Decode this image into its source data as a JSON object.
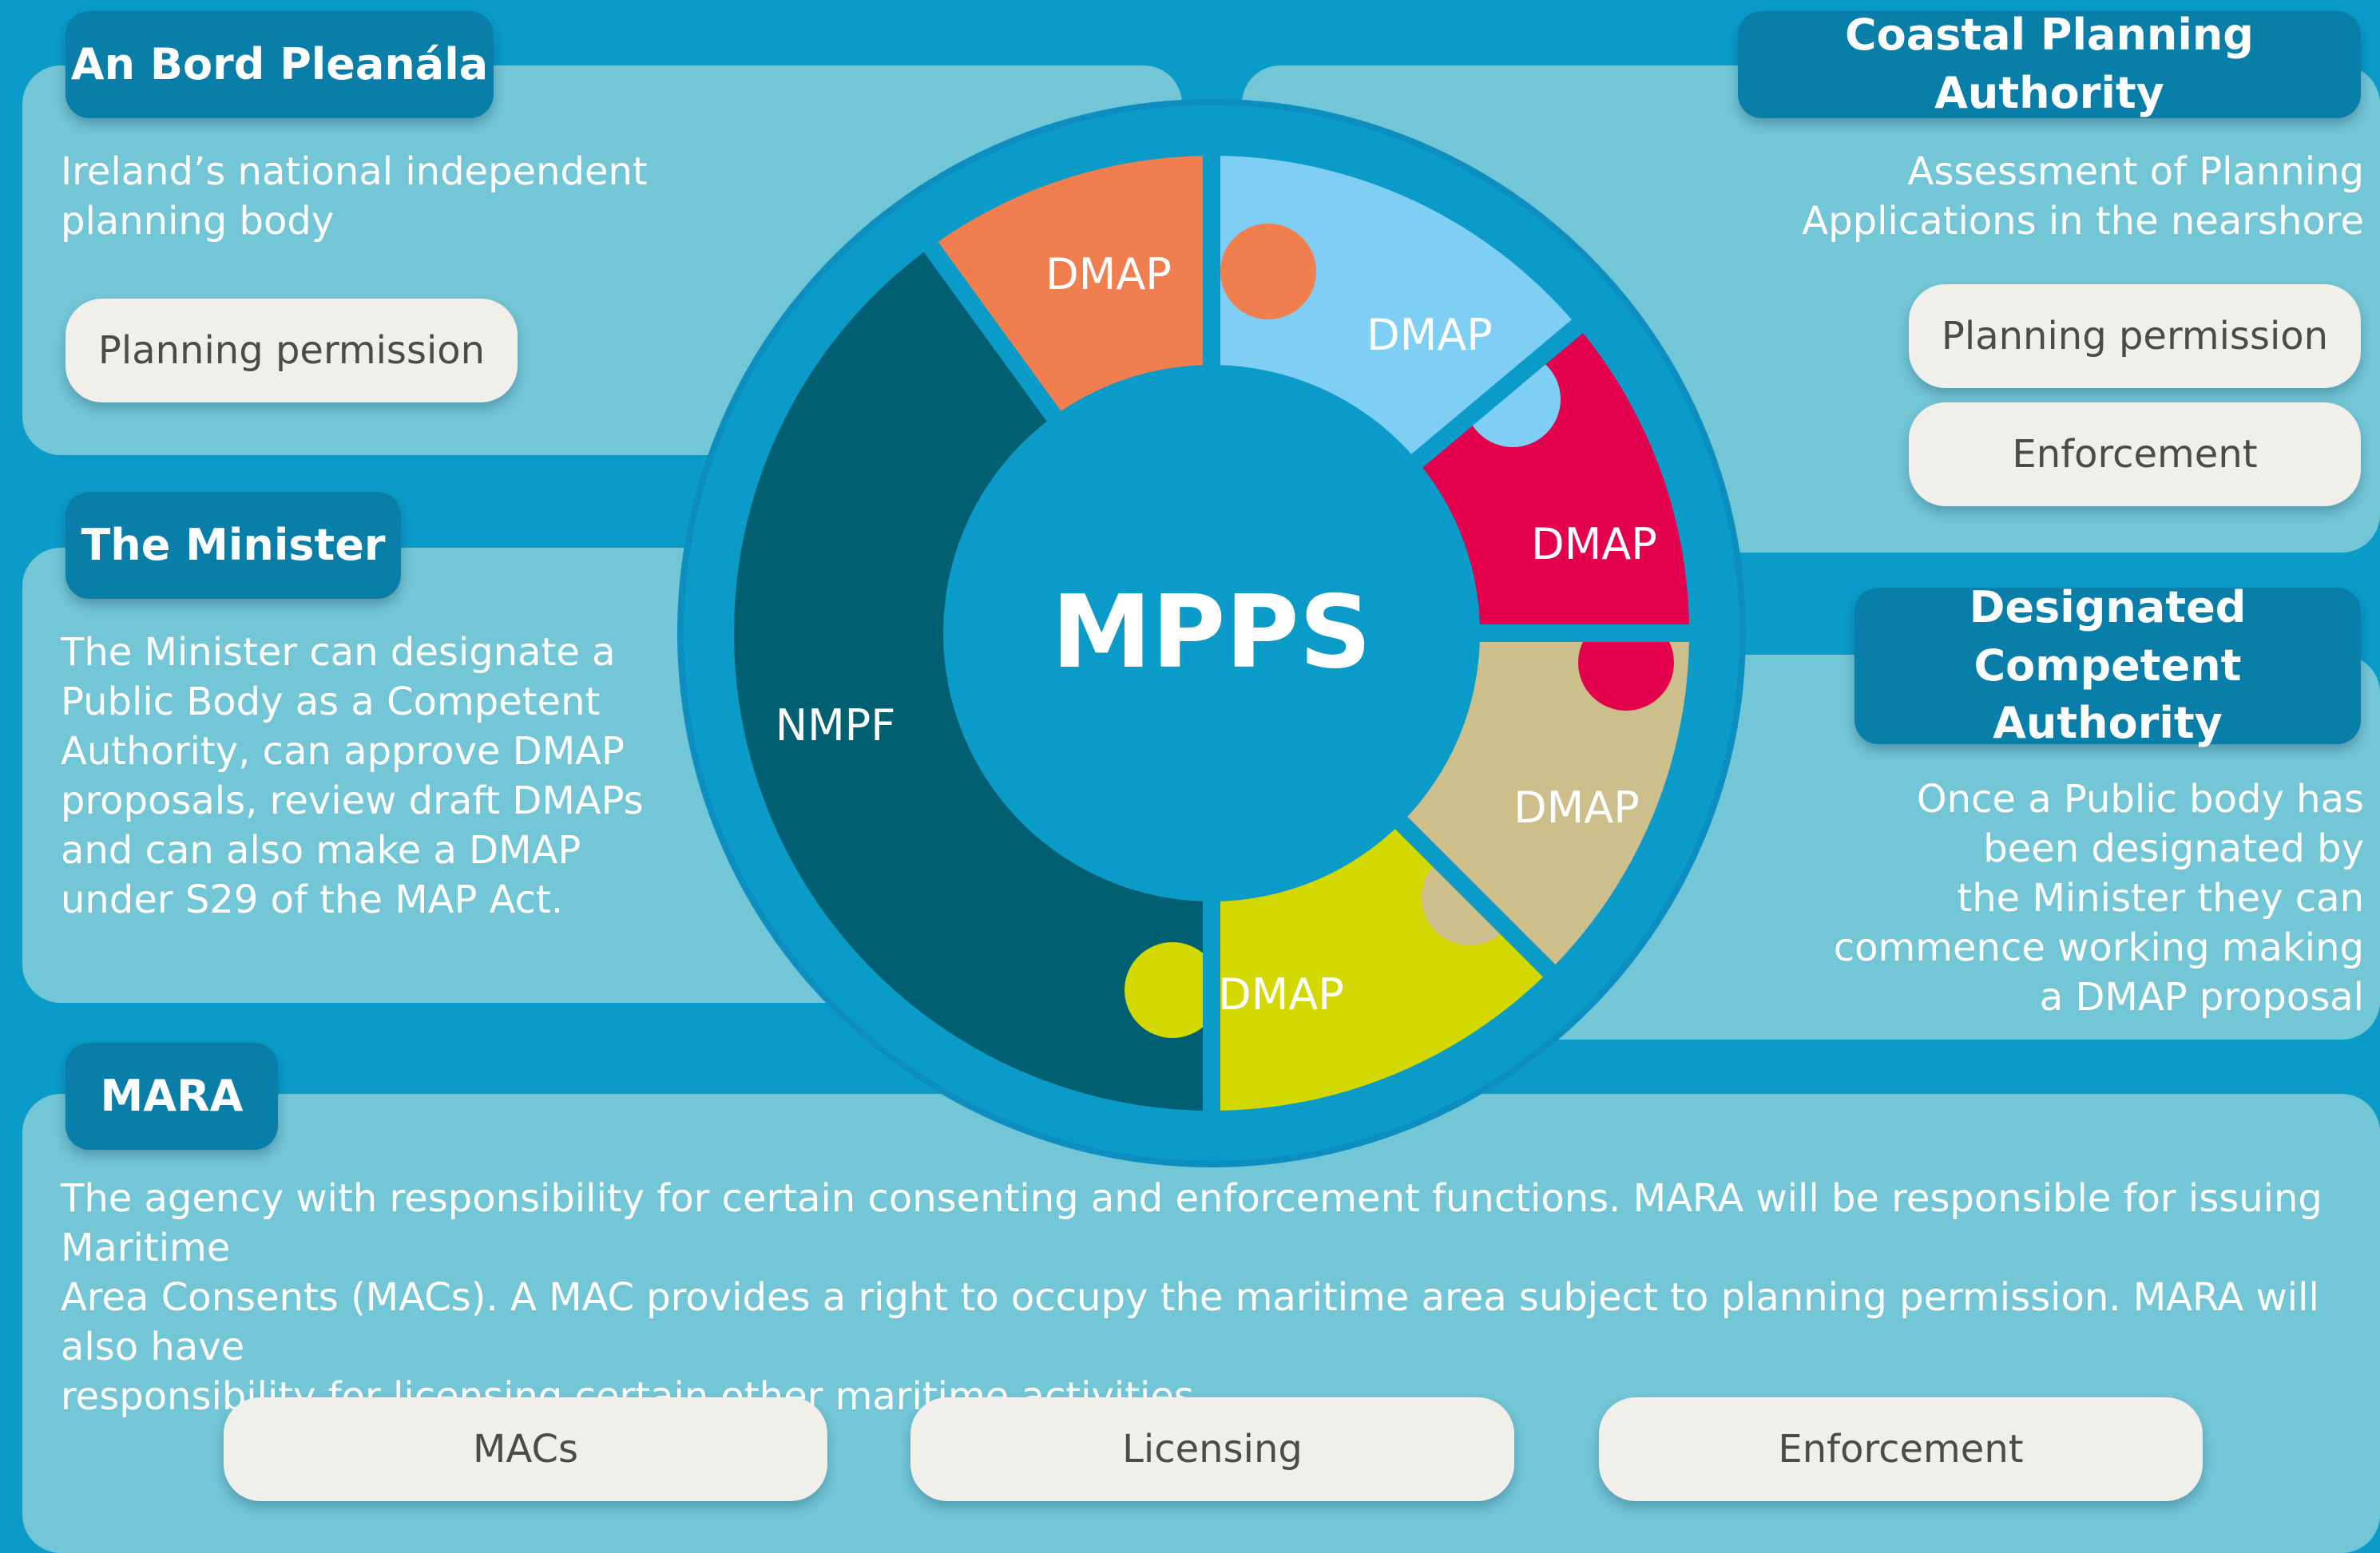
{
  "colors": {
    "background": "#0a9bc9",
    "panel": "#72c6d6",
    "title_tab": "#087ea9",
    "pill": "#f1efea",
    "nmpf": "#005f70",
    "dmap_orange": "#f07e4f",
    "dmap_lightblue": "#7ecff3",
    "dmap_magenta": "#e5004e",
    "dmap_tan": "#cdbf8c",
    "dmap_lime": "#d3d800",
    "center": "#0a9bc9"
  },
  "an_bord": {
    "title": "An Bord Pleanála",
    "desc_lines": [
      "Ireland’s national independent",
      "planning body"
    ],
    "pills": [
      "Planning permission"
    ]
  },
  "coastal": {
    "title": "Coastal Planning Authority",
    "desc_lines": [
      "Assessment of Planning",
      "Applications in the nearshore"
    ],
    "pills": [
      "Planning permission",
      "Enforcement"
    ]
  },
  "minister": {
    "title": "The Minister",
    "desc_lines": [
      "The Minister can designate a",
      "Public Body as a Competent",
      "Authority, can approve DMAP",
      "proposals, review draft DMAPs",
      "and can also make a DMAP",
      "under S29 of the MAP Act."
    ]
  },
  "designated": {
    "title_lines": [
      "Designated",
      "Competent Authority"
    ],
    "desc_lines": [
      "Once a Public body has",
      "been designated by",
      "the Minister they can",
      "commence working making",
      "a DMAP proposal"
    ]
  },
  "mara": {
    "title": "MARA",
    "desc_lines": [
      "The agency with responsibility for certain consenting and enforcement functions. MARA will be responsible for issuing Maritime",
      "Area Consents (MACs). A MAC provides a right to occupy the maritime area subject to planning permission. MARA will also have",
      "responsibility for licensing certain other maritime activities."
    ],
    "pills": [
      "MACs",
      "Licensing",
      "Enforcement"
    ]
  },
  "wheel": {
    "center_label": "MPPS",
    "nmpf_label": "NMPF",
    "dmap_labels": [
      "DMAP",
      "DMAP",
      "DMAP",
      "DMAP",
      "DMAP"
    ]
  }
}
